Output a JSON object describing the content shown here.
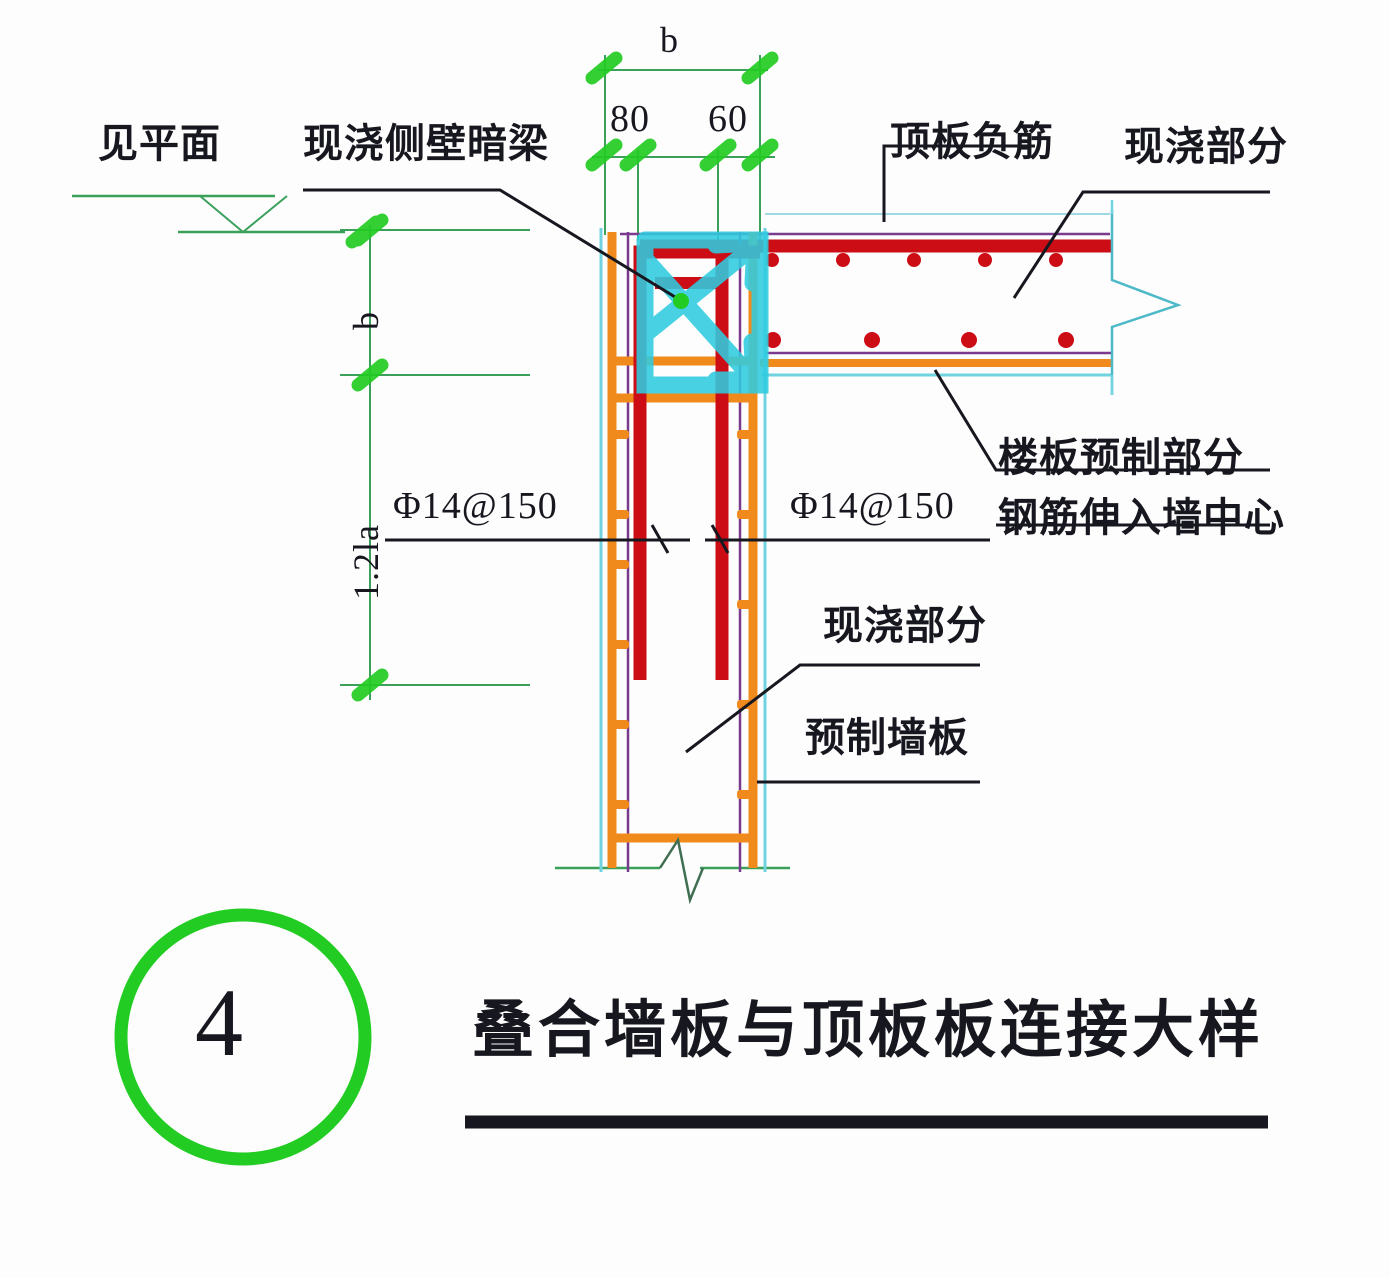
{
  "drawing": {
    "title": "叠合墙板与顶板板连接大样",
    "detail_mark": "4",
    "mark_circle_color": "#22cc22"
  },
  "dimensions": {
    "top_overall": "b",
    "top_left_segment": "80",
    "top_right_segment": "60",
    "left_upper": "b",
    "left_lower": "1.2la"
  },
  "rebar_specs": {
    "left": "Φ14@150",
    "right": "Φ14@150"
  },
  "annotations": {
    "see_plan": "见平面",
    "cast_in_place_side_hidden_beam": "现浇侧壁暗梁",
    "top_slab_negative_rebar": "顶板负筋",
    "cast_in_place_part_top": "现浇部分",
    "precast_slab_part": "楼板预制部分",
    "rebar_into_wall_center": "钢筋伸入墙中心",
    "cast_in_place_part_wall": "现浇部分",
    "precast_wall_panel": "预制墙板"
  },
  "colors": {
    "rebar_red": "#cc0d16",
    "precast_orange": "#f18a1c",
    "outline_cyan": "#6fd4e0",
    "inner_purple": "#7a3b8f",
    "dimension_green": "#3aa05a",
    "highlight_green": "#22cc22",
    "highlight_cyan": "#2fcce0",
    "leader_black": "#17171f"
  }
}
